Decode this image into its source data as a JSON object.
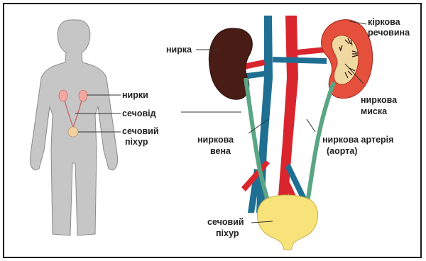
{
  "labels": {
    "kidney_left": "нирка",
    "cortex_line1": "кіркова",
    "cortex_line2": "речовина",
    "pelvis_line1": "ниркова",
    "pelvis_line2": "миска",
    "vein_line1": "ниркова",
    "vein_line2": "вена",
    "artery_line1": "ниркова артерія",
    "artery_line2": "(аорта)",
    "bladder_line1": "сечовий",
    "bladder_line2": "піхур",
    "body_kidneys": "нирки",
    "body_ureter": "сечовід",
    "body_bladder_line1": "сечовий",
    "body_bladder_line2": "піхур"
  },
  "colors": {
    "body": "#c6c6c6",
    "kidney_dark": "#4a1c16",
    "kidney_cortex": "#e4503c",
    "artery": "#d9262e",
    "vein": "#1f6f93",
    "ureter": "#5aa684",
    "bladder": "#f7e37a",
    "body_organs": "#f2a8a0"
  }
}
